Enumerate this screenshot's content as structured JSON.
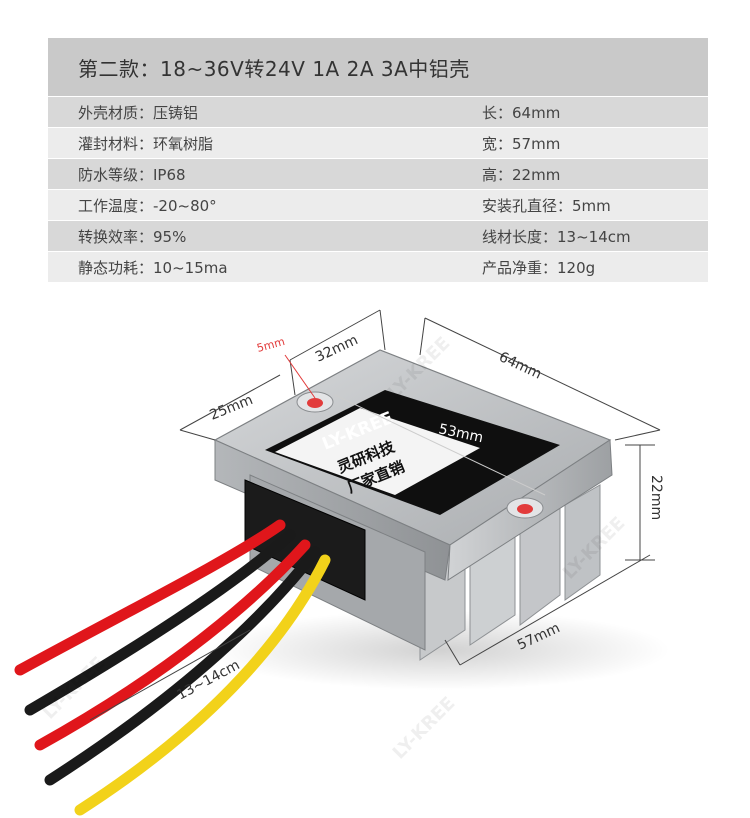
{
  "spec": {
    "title": "第二款：18~36V转24V 1A 2A 3A中铝壳",
    "rows": [
      {
        "left": "外壳材质：压铸铝",
        "right": "长：64mm"
      },
      {
        "left": "灌封材料：环氧树脂",
        "right": "宽：57mm"
      },
      {
        "left": "防水等级：IP68",
        "right": "高：22mm"
      },
      {
        "left": "工作温度：-20~80°",
        "right": "安装孔直径：5mm"
      },
      {
        "left": "转换效率：95%",
        "right": "线材长度：13~14cm"
      },
      {
        "left": "静态功耗：10~15ma",
        "right": "产品净重：120g"
      }
    ]
  },
  "product": {
    "brand": "LY-KREE",
    "label_line1": "灵研科技",
    "label_line2": "厂家直销",
    "watermark": "LY-KREE",
    "dimensions": {
      "hole": "5mm",
      "d32": "32mm",
      "d64": "64mm",
      "d25": "25mm",
      "d53": "53mm",
      "d22": "22mm",
      "d57": "57mm",
      "wire": "13~14cm"
    }
  },
  "colors": {
    "wire_red": "#e0161b",
    "wire_black": "#1a1a1a",
    "wire_yellow": "#f2d21a",
    "aluminum": "#b9bcbf",
    "label_bg": "#0f0f0f",
    "dimension_red": "#e23b3b"
  }
}
